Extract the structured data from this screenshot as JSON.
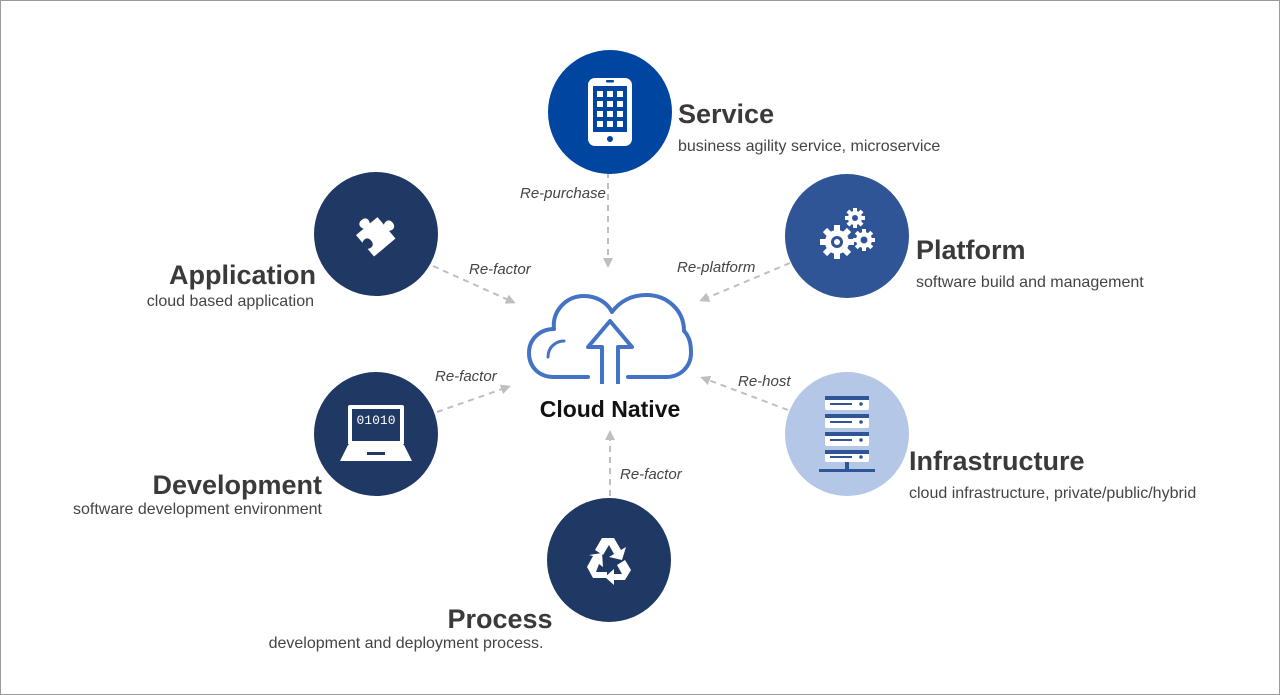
{
  "center": {
    "label": "Cloud Native",
    "icon": "cloud-upload-icon"
  },
  "colors": {
    "dark_navy": "#1f3864",
    "royal_blue": "#0046a0",
    "mid_blue": "#2f5597",
    "light_blue": "#b4c7e7",
    "cloud_stroke": "#4472c4",
    "arrow_gray": "#bfbfbf"
  },
  "nodes": {
    "service": {
      "title": "Service",
      "subtitle": "business agility service, microservice",
      "icon": "smartphone-icon",
      "edge_label": "Re-purchase"
    },
    "platform": {
      "title": "Platform",
      "subtitle": "software build and management",
      "icon": "gears-icon",
      "edge_label": "Re-platform"
    },
    "infrastructure": {
      "title": "Infrastructure",
      "subtitle": "cloud infrastructure, private/public/hybrid",
      "icon": "server-rack-icon",
      "edge_label": "Re-host"
    },
    "process": {
      "title": "Process",
      "subtitle": "development and deployment process.",
      "icon": "recycle-icon",
      "edge_label": "Re-factor"
    },
    "development": {
      "title": "Development",
      "subtitle": "software development environment",
      "icon": "laptop-code-icon",
      "icon_text": "01010",
      "edge_label": "Re-factor"
    },
    "application": {
      "title": "Application",
      "subtitle": "cloud based application",
      "icon": "puzzle-piece-icon",
      "edge_label": "Re-factor"
    }
  }
}
